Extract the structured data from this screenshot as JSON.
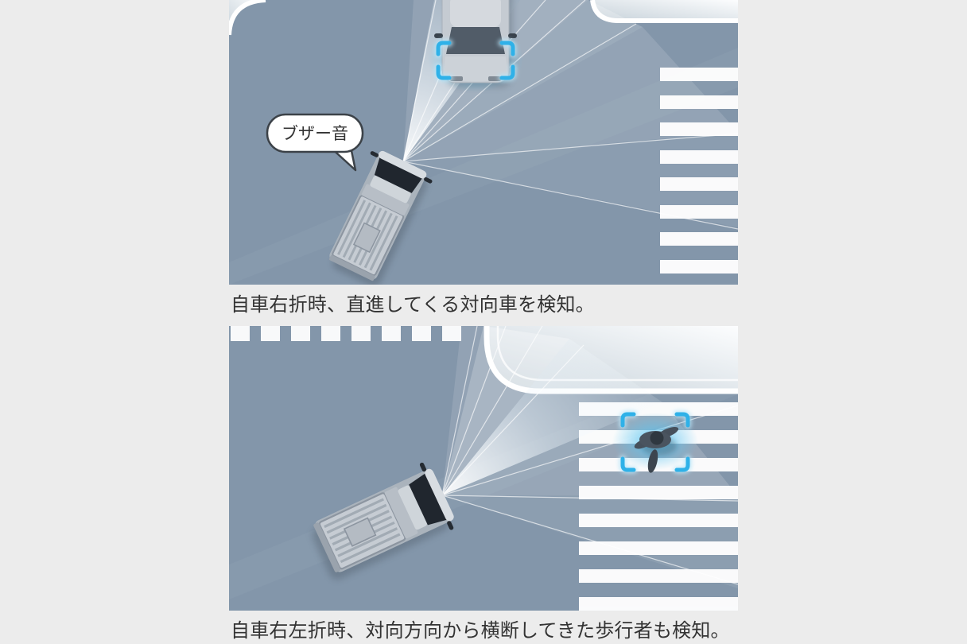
{
  "page": {
    "background_color": "#ececec"
  },
  "colors": {
    "road": "#8396aa",
    "crosswalk_stripe": "#ffffff",
    "sidewalk_light": "#dde5ea",
    "detection_blue": "#2fb1e8",
    "detection_glow": "#58c4f1",
    "vehicle_body": "#c6ccd3",
    "caption_text": "#333333",
    "bubble_border": "#3c4248"
  },
  "figures": [
    {
      "name": "right-turn-oncoming-vehicle-detection",
      "bubble_label": "ブザー音",
      "caption": "自車右折時、直進してくる対向車を検知。"
    },
    {
      "name": "turn-crossing-pedestrian-detection",
      "caption": "自車右左折時、対向方向から横断してきた歩行者も検知。"
    }
  ]
}
